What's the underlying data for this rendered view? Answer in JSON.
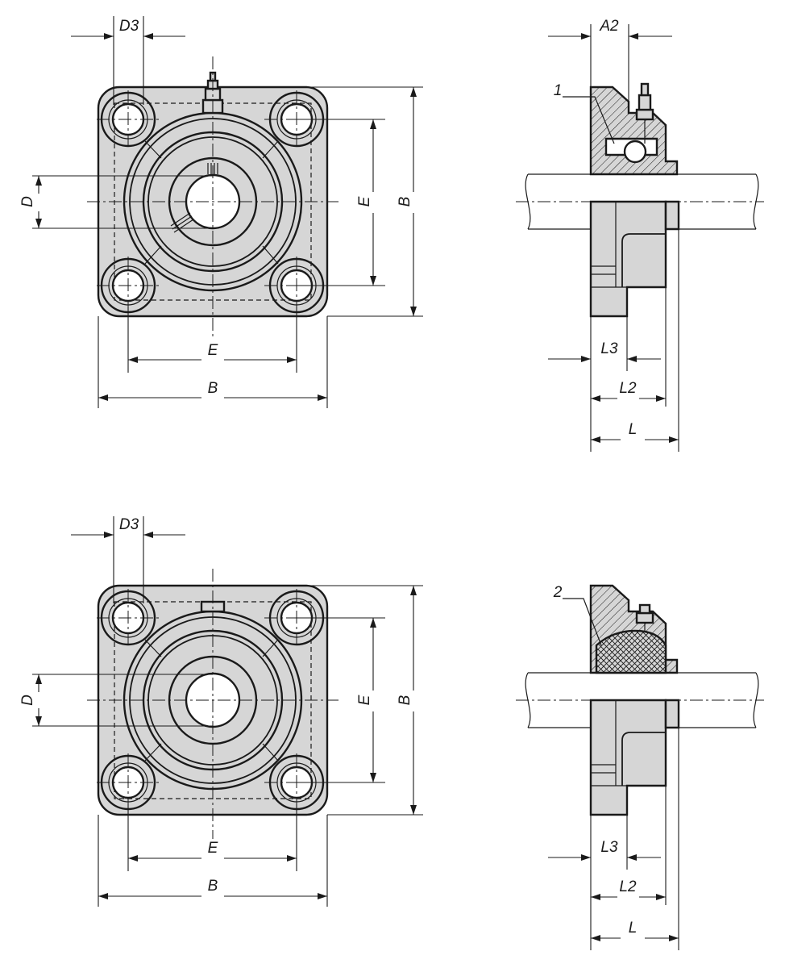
{
  "labels": {
    "d3": "D3",
    "d": "D",
    "e": "E",
    "b": "B",
    "a2": "A2",
    "l": "L",
    "l2": "L2",
    "l3": "L3",
    "item1": "1",
    "item2": "2"
  },
  "colors": {
    "line": "#1a1a1a",
    "fill": "#d6d6d6",
    "background": "#ffffff"
  }
}
